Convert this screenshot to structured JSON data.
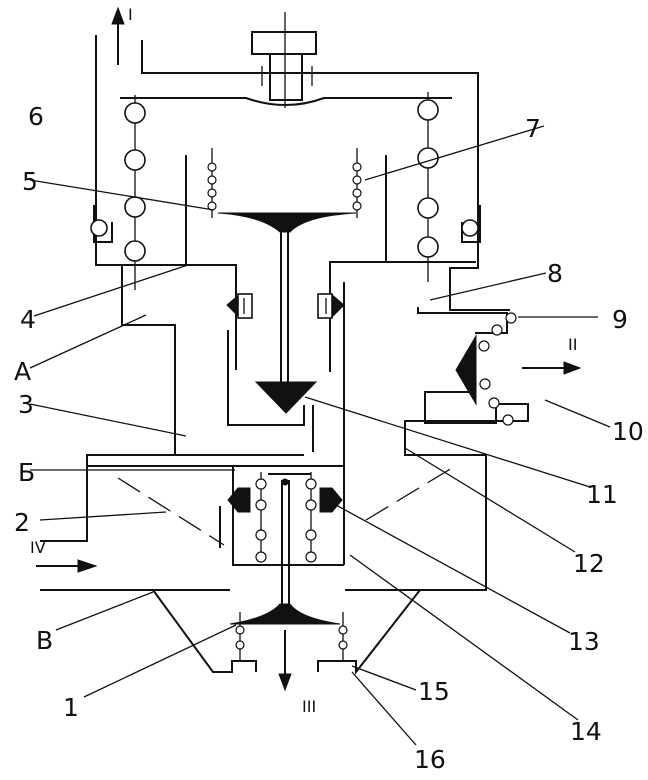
{
  "labels": {
    "n1": "1",
    "n2": "2",
    "n3": "3",
    "n4": "4",
    "n5": "5",
    "n6": "6",
    "n7": "7",
    "n8": "8",
    "n9": "9",
    "n10": "10",
    "n11": "11",
    "n12": "12",
    "n13": "13",
    "n14": "14",
    "n15": "15",
    "n16": "16",
    "a": "A",
    "b": "Б",
    "v": "B"
  },
  "ports": {
    "p1": "I",
    "p2": "II",
    "p3": "III",
    "p4": "IV"
  }
}
